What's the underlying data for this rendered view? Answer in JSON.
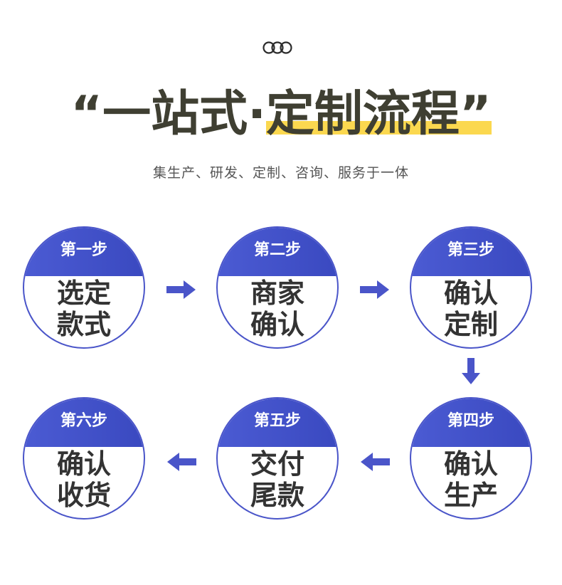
{
  "header": {
    "rings_icon": "three-rings-icon",
    "quote_open": "“",
    "title_part1": "一站式",
    "title_dot": "·",
    "title_part2": "定制流程",
    "quote_close": "”",
    "highlight_color": "#fbd84f",
    "subtitle": "集生产、研发、定制、咨询、服务于一体"
  },
  "steps": [
    {
      "cap": "第一步",
      "line1": "选定",
      "line2": "款式"
    },
    {
      "cap": "第二步",
      "line1": "商家",
      "line2": "确认"
    },
    {
      "cap": "第三步",
      "line1": "确认",
      "line2": "定制"
    },
    {
      "cap": "第四步",
      "line1": "确认",
      "line2": "生产"
    },
    {
      "cap": "第五步",
      "line1": "交付",
      "line2": "尾款"
    },
    {
      "cap": "第六步",
      "line1": "确认",
      "line2": "收货"
    }
  ],
  "colors": {
    "accent": "#4a55c9",
    "text": "#333333"
  }
}
